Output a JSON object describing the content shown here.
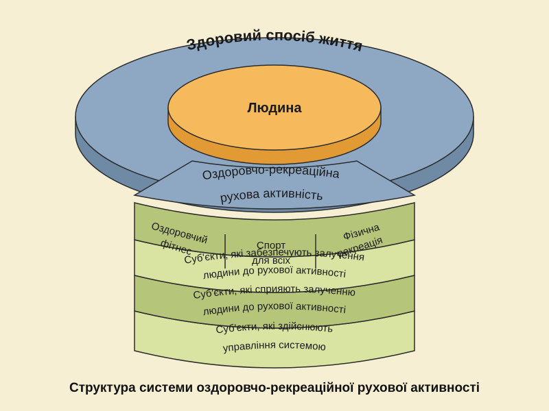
{
  "diagram": {
    "outer_ring": {
      "label": "Здоровий спосіб життя"
    },
    "center_disc": {
      "label": "Людина"
    },
    "wedge": {
      "line1": "Оздоровчо-рекреаційна",
      "line2": "рухова активність"
    },
    "cells": [
      {
        "line1": "Оздоровчий",
        "line2": "фітнес"
      },
      {
        "line1": "Спорт",
        "line2": "для всіх"
      },
      {
        "line1": "Фізична",
        "line2": "рекреація"
      }
    ],
    "bands": [
      {
        "line1": "Суб'єкти, які забезпечують залучення",
        "line2": "людини до рухової активності"
      },
      {
        "line1": "Суб'єкти, які сприяють залученню",
        "line2": "людини до рухової активності"
      },
      {
        "line1": "Суб'єкти, які здійснюють",
        "line2": "управління системою"
      }
    ],
    "colors": {
      "background": "#f6efd3",
      "ring_top": "#8ea8c3",
      "ring_side": "#6f8aa5",
      "disc_top": "#f6b95c",
      "disc_side": "#e19a34",
      "band_light": "#d9e4a3",
      "band_dark": "#b5c57a",
      "outline": "#2b2b2b"
    }
  },
  "caption": "Структура системи оздоровчо-рекреаційної рухової активності"
}
